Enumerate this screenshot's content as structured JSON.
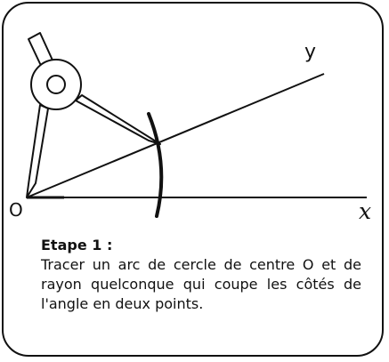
{
  "diagram": {
    "label_y": "y",
    "label_o": "O",
    "label_x": "x"
  },
  "step": {
    "title": "Etape 1 :",
    "body": "Tracer un arc de cercle de centre O et de rayon quelconque qui coupe les côtés de l'angle en deux points."
  }
}
